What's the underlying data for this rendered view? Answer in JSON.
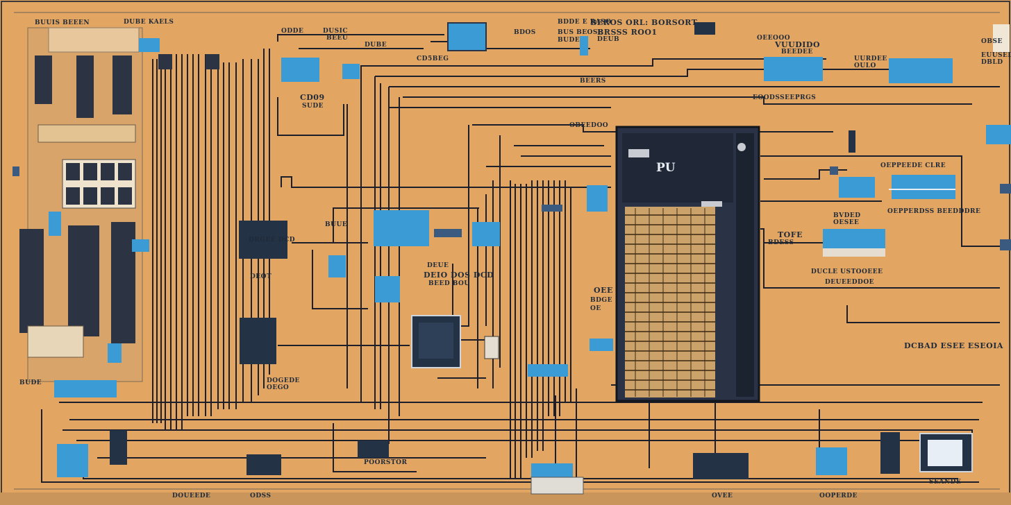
{
  "colors": {
    "background": "#e3a562",
    "wire": "#1c1f29",
    "panel_blue": "#3a9bd5",
    "panel_dark": "#243246",
    "rack": "#2a3346",
    "rack_slots": "#caa26a"
  },
  "rack": {
    "title": "PU"
  },
  "labels": [
    "DUBE KAELS",
    "BUUIS BEEEN",
    "ODDE",
    "BDDE E RASO",
    "BUS BEOSE",
    "BUDE",
    "BEROS ORL: BORSORT",
    "BRSSS ROO1",
    "BEERS",
    "DUSIC",
    "BEEU",
    "CD5BEG",
    "DUBE",
    "CD09",
    "SUDE",
    "BDOS",
    "DEUB",
    "OEEOOO",
    "VUUDIDO",
    "BEEDEE",
    "EOODSSEEPRGS",
    "UURDEE",
    "OULO",
    "OBSE",
    "EUUSED",
    "DBLD",
    "OBEEDOO",
    "OEPPEEDE CLRE",
    "OEPPERDSS BEEDDDRE",
    "BVDED",
    "OESEE",
    "TOFE",
    "BDESS",
    "DUCLE USTOOEEE",
    "DEUEEDDOE",
    "BUUE",
    "DRGEE DCD",
    "DEUE",
    "DEIO DOS DCD",
    "BEED BOU",
    "DEOT",
    "OEE",
    "BDGE",
    "OE",
    "DCBAD ESEE ESEOIA",
    "DOGEDE",
    "OEGO",
    "BUDE",
    "POORSTOR",
    "DOUEEDE",
    "ODSS",
    "OVEE",
    "SEANDE",
    "OOPERDE"
  ]
}
